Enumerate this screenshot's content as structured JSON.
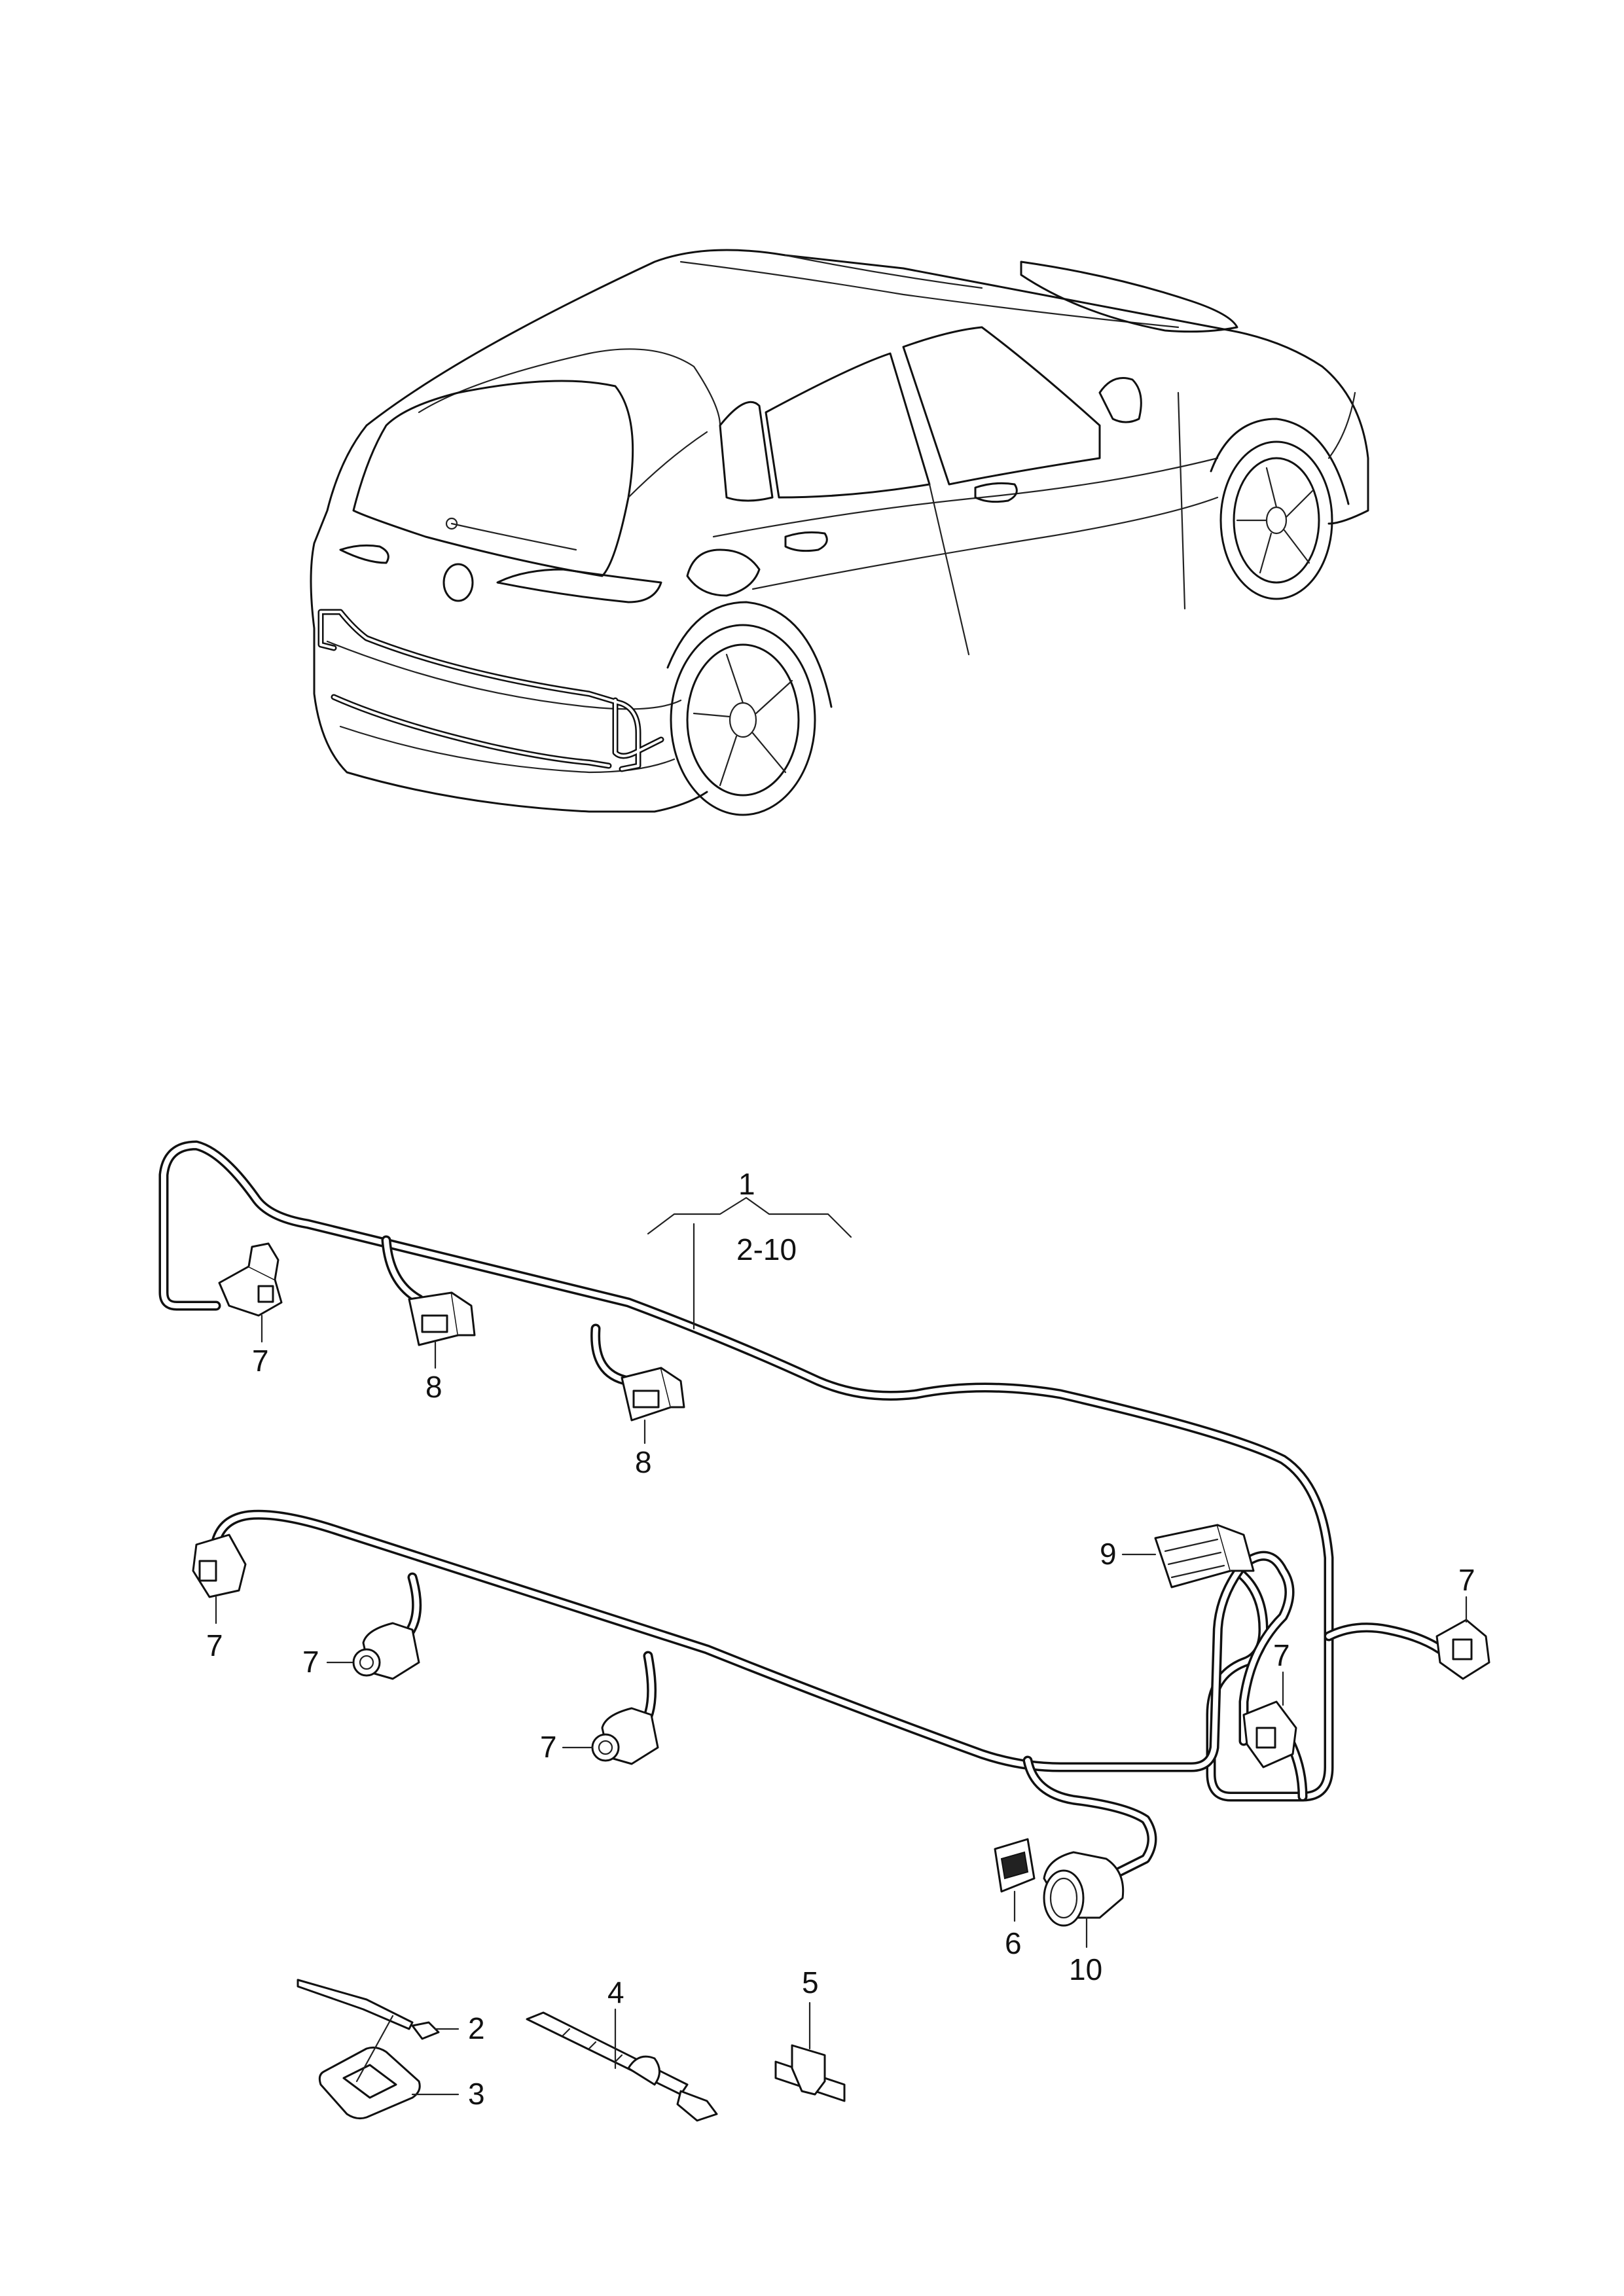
{
  "callouts": {
    "assembly": "1",
    "assembly_range": "2-10",
    "c2": "2",
    "c3": "3",
    "c4": "4",
    "c5": "5",
    "c6": "6",
    "c7": "7",
    "c8": "8",
    "c9": "9",
    "c10": "10"
  }
}
